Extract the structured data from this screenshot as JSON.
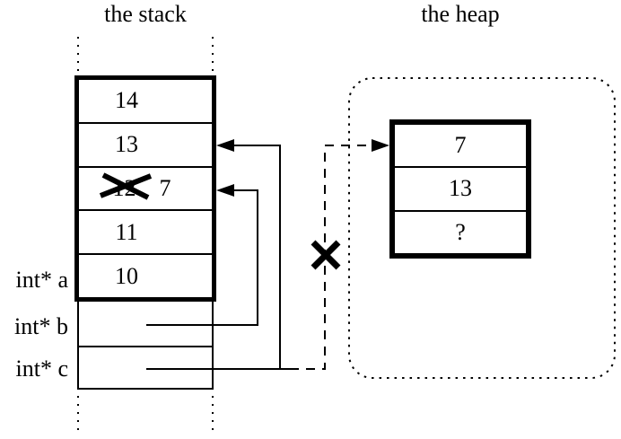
{
  "titles": {
    "stack": "the stack",
    "heap": "the heap"
  },
  "stack": {
    "cells": [
      {
        "value": "14"
      },
      {
        "value": "13"
      },
      {
        "value": "12",
        "crossed_out": true,
        "corrected_value": "7"
      },
      {
        "value": "11"
      },
      {
        "value": "10"
      }
    ],
    "labels": [
      {
        "text": "int* a"
      },
      {
        "text": "int* b"
      },
      {
        "text": "int* c"
      }
    ]
  },
  "heap": {
    "cells": [
      {
        "value": "7"
      },
      {
        "value": "13"
      },
      {
        "value": "?"
      }
    ]
  },
  "icons": {
    "cross_out": "x-cross",
    "invalid_pointer": "x-cross",
    "arrows": [
      "solid-left-arrow-b",
      "solid-left-arrow-c",
      "dashed-right-arrow-old-c"
    ]
  },
  "colors": {
    "line": "#000000",
    "background": "#ffffff"
  }
}
